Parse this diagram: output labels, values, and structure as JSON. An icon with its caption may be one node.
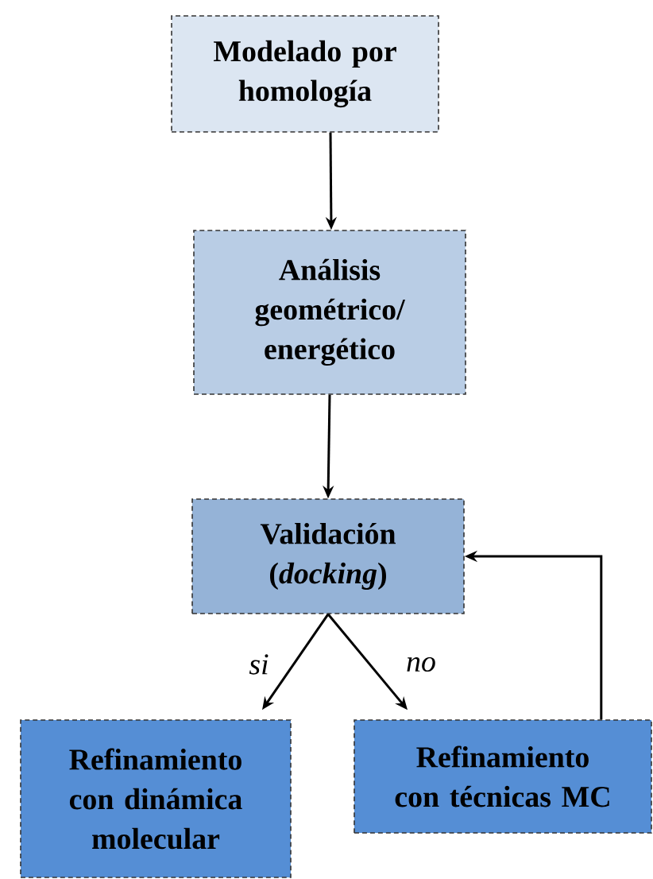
{
  "diagram": {
    "nodes": [
      {
        "text": [
          "Modelado por homología"
        ]
      },
      {
        "text": [
          "Análisis geométrico/ energético"
        ]
      },
      {
        "text": [
          "Validación (*docking*)"
        ]
      },
      {
        "text": [
          "Refinamiento con dinámica molecular"
        ]
      },
      {
        "text": [
          "Refinamiento con técnicas MC"
        ]
      }
    ],
    "edges": [
      {
        "from": 0,
        "to": 1,
        "arrow": "to"
      },
      {
        "from": 1,
        "to": 2,
        "arrow": "to"
      },
      {
        "from": 2,
        "to": 3,
        "arrow": "to",
        "label": "si"
      },
      {
        "from": 2,
        "to": 4,
        "arrow": "to",
        "label": "no"
      },
      {
        "from": 4,
        "to": 2,
        "arrow": "to"
      }
    ]
  }
}
